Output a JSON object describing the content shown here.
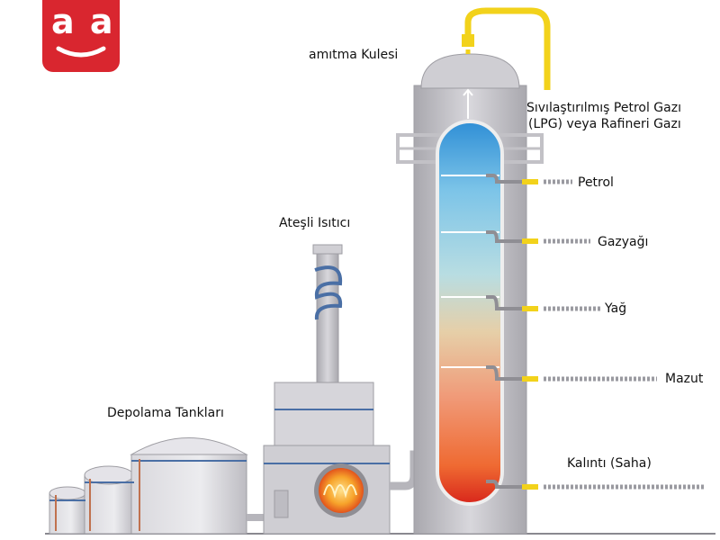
{
  "logo": {
    "text": "a a",
    "color": "#d9262f"
  },
  "labels": {
    "tower": "amıtma Kulesi",
    "lpg_line1": "Sıvılaştırılmış Petrol Gazı",
    "lpg_line2": "(LPG) veya Rafineri Gazı",
    "petrol": "Petrol",
    "kerosene": "Gazyağı",
    "oil": "Yağ",
    "fuel_oil": "Mazut",
    "residue": "Kalıntı (Saha)",
    "heater": "Ateşli Isıtıcı",
    "tanks": "Depolama Tankları"
  },
  "colors": {
    "steel": "#c9c8cd",
    "steel_dark": "#9e9da3",
    "pipe_yellow": "#f2d21b",
    "pipe_blue": "#4a6fa5",
    "flame": "#f4a12a",
    "column_top": "#3a9ad9",
    "column_bottom": "#e0301e"
  }
}
